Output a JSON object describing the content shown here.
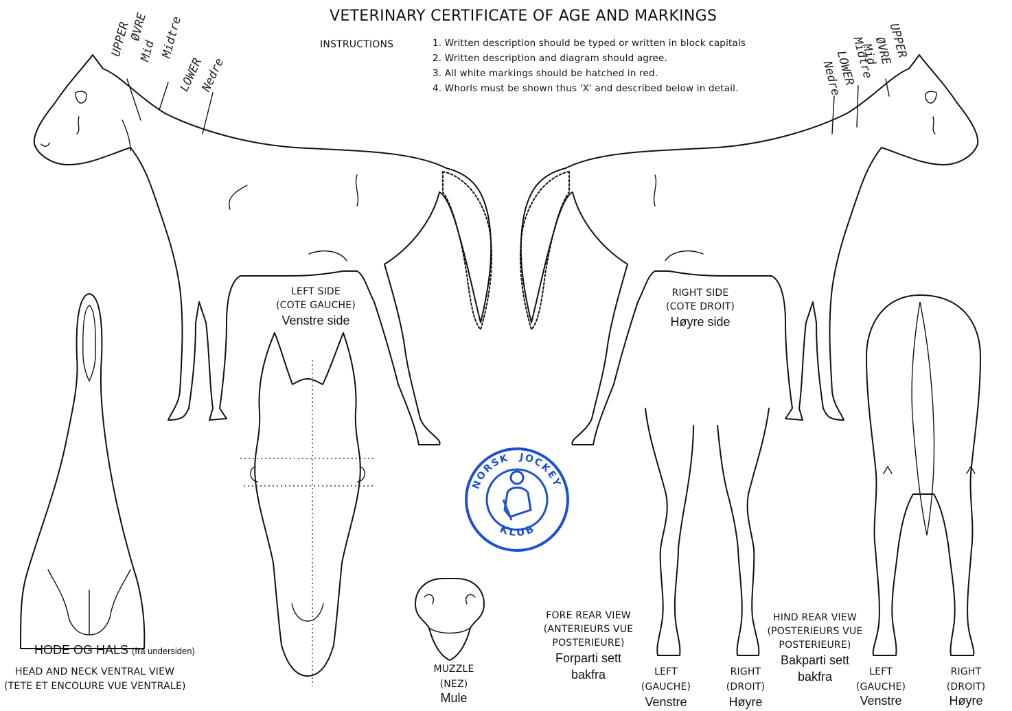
{
  "header": {
    "title": "VETERINARY CERTIFICATE OF AGE AND MARKINGS",
    "instructions_label": "INSTRUCTIONS",
    "instructions": [
      "1.  Written description should be typed or written in block capitals",
      "2.  Written description and diagram should agree.",
      "3.  All white markings should be hatched in red.",
      "4.  Whorls must be shown thus 'X' and described below in detail."
    ]
  },
  "neck_zones": {
    "left": [
      "UPPER",
      "ØVRE",
      "Mid",
      "Midtre",
      "LOWER",
      "Nedre"
    ],
    "right": [
      "UPPER",
      "ØVRE",
      "Mid",
      "Midtre",
      "LOWER",
      "Nedre"
    ]
  },
  "left_side": {
    "en": "LEFT SIDE",
    "fr": "(COTE GAUCHE)",
    "no": "Venstre side"
  },
  "right_side": {
    "en": "RIGHT SIDE",
    "fr": "(COTE DROIT)",
    "no": "Høyre side"
  },
  "head_neck": {
    "no": "HODE OG HALS",
    "no_note": "(fra undersiden)",
    "en": "HEAD AND NECK VENTRAL VIEW",
    "fr": "(TETE ET ENCOLURE VUE VENTRALE)"
  },
  "muzzle": {
    "en": "MUZZLE",
    "fr": "(NEZ)",
    "no": "Mule"
  },
  "fore_rear": {
    "en": "FORE REAR VIEW",
    "fr1": "(ANTERIEURS VUE",
    "fr2": "POSTERIEURE)",
    "no1": "Forparti sett",
    "no2": "bakfra"
  },
  "hind_rear": {
    "en": "HIND REAR VIEW",
    "fr1": "(POSTERIEURS VUE",
    "fr2": "POSTERIEURE)",
    "no1": "Bakparti sett",
    "no2": "bakfra"
  },
  "fore_legs": {
    "left": {
      "en": "LEFT",
      "fr": "(GAUCHE)",
      "no": "Venstre"
    },
    "right": {
      "en": "RIGHT",
      "fr": "(DROIT)",
      "no": "Høyre"
    }
  },
  "hind_legs": {
    "left": {
      "en": "LEFT",
      "fr": "(GAUCHE)",
      "no": "Venstre"
    },
    "right": {
      "en": "RIGHT",
      "fr": "(DROIT)",
      "no": "Høyre"
    }
  },
  "stamp": {
    "top": "NORSK",
    "right": "JOCKEY",
    "bottom": "KLUB",
    "color": "#1b4fd6"
  }
}
